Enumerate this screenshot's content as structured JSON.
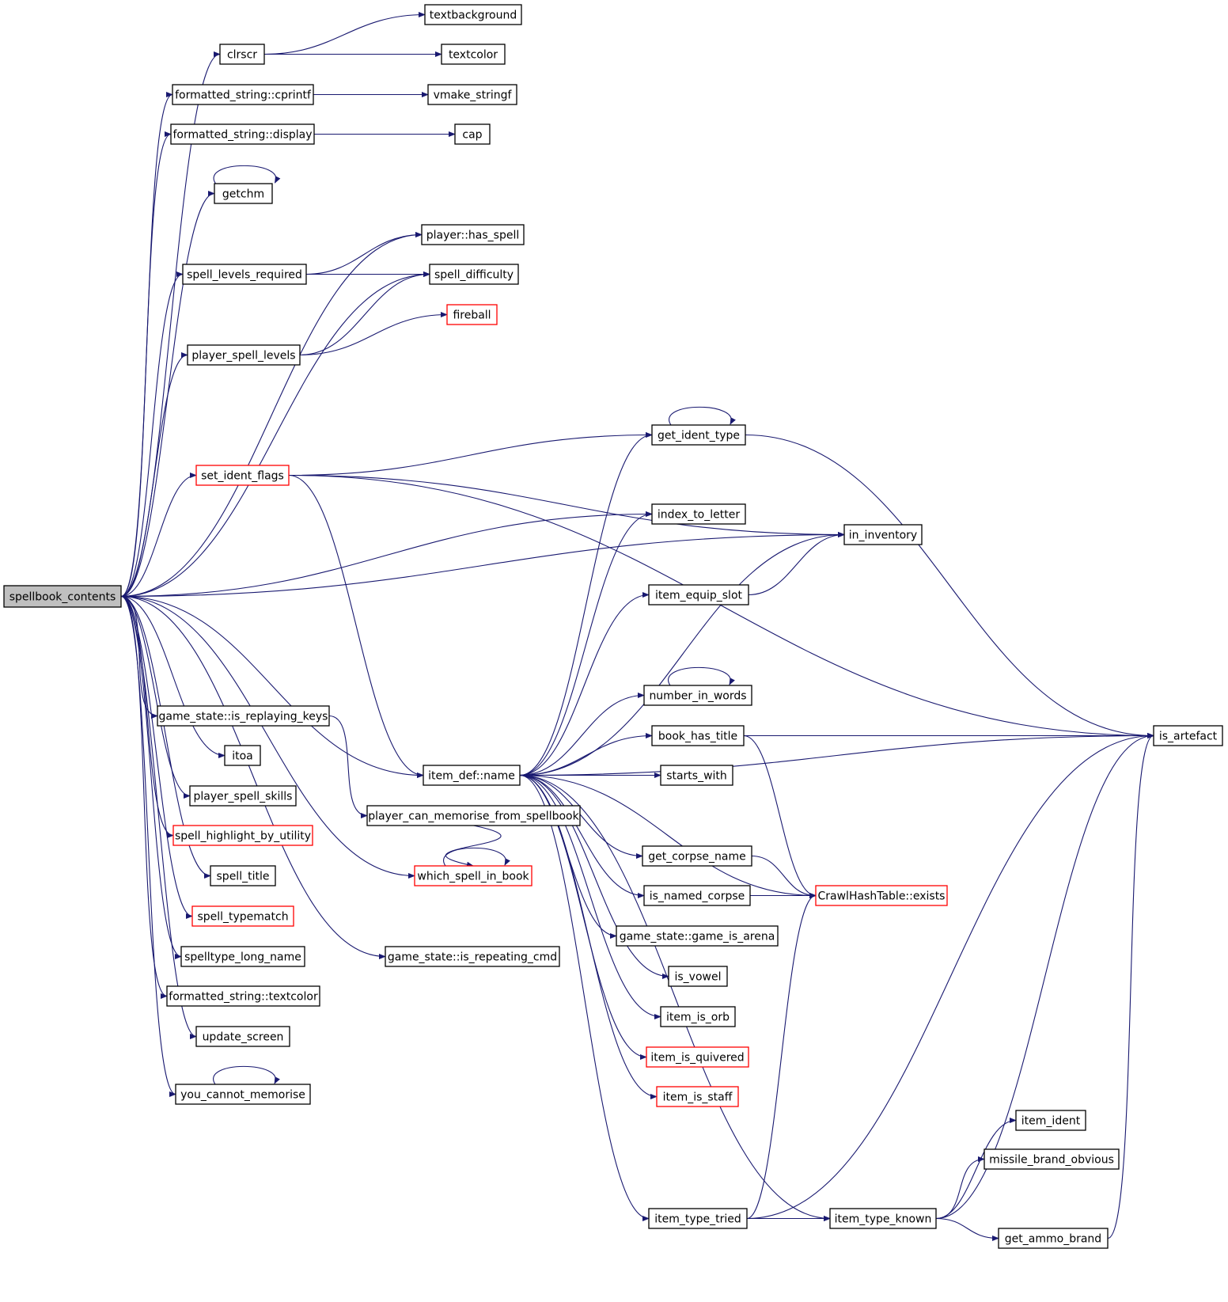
{
  "colors": {
    "edge": "#191970",
    "node_border": "#000000",
    "red_border": "#ff0000",
    "root_fill": "#bfbfbf"
  },
  "nodes": [
    {
      "id": "spellbook_contents",
      "label": "spellbook_contents",
      "style": "root"
    },
    {
      "id": "clrscr",
      "label": "clrscr",
      "style": "normal"
    },
    {
      "id": "textbackground",
      "label": "textbackground",
      "style": "normal"
    },
    {
      "id": "textcolor",
      "label": "textcolor",
      "style": "normal"
    },
    {
      "id": "fs_cprintf",
      "label": "formatted_string::cprintf",
      "style": "normal"
    },
    {
      "id": "vmake_stringf",
      "label": "vmake_stringf",
      "style": "normal"
    },
    {
      "id": "fs_display",
      "label": "formatted_string::display",
      "style": "normal"
    },
    {
      "id": "cap",
      "label": "cap",
      "style": "normal"
    },
    {
      "id": "getchm",
      "label": "getchm",
      "style": "normal"
    },
    {
      "id": "player_has_spell",
      "label": "player::has_spell",
      "style": "normal"
    },
    {
      "id": "spell_levels_required",
      "label": "spell_levels_required",
      "style": "normal"
    },
    {
      "id": "spell_difficulty",
      "label": "spell_difficulty",
      "style": "normal"
    },
    {
      "id": "fireball",
      "label": "fireball",
      "style": "red"
    },
    {
      "id": "player_spell_levels",
      "label": "player_spell_levels",
      "style": "normal"
    },
    {
      "id": "get_ident_type",
      "label": "get_ident_type",
      "style": "normal"
    },
    {
      "id": "set_ident_flags",
      "label": "set_ident_flags",
      "style": "red"
    },
    {
      "id": "index_to_letter",
      "label": "index_to_letter",
      "style": "normal"
    },
    {
      "id": "in_inventory",
      "label": "in_inventory",
      "style": "normal"
    },
    {
      "id": "item_equip_slot",
      "label": "item_equip_slot",
      "style": "normal"
    },
    {
      "id": "number_in_words",
      "label": "number_in_words",
      "style": "normal"
    },
    {
      "id": "book_has_title",
      "label": "book_has_title",
      "style": "normal"
    },
    {
      "id": "is_artefact",
      "label": "is_artefact",
      "style": "normal"
    },
    {
      "id": "gs_is_replaying_keys",
      "label": "game_state::is_replaying_keys",
      "style": "normal"
    },
    {
      "id": "itoa",
      "label": "itoa",
      "style": "normal"
    },
    {
      "id": "item_def_name",
      "label": "item_def::name",
      "style": "normal"
    },
    {
      "id": "starts_with",
      "label": "starts_with",
      "style": "normal"
    },
    {
      "id": "player_spell_skills",
      "label": "player_spell_skills",
      "style": "normal"
    },
    {
      "id": "player_can_memorise",
      "label": "player_can_memorise_from_spellbook",
      "style": "normal"
    },
    {
      "id": "spell_highlight",
      "label": "spell_highlight_by_utility",
      "style": "red"
    },
    {
      "id": "get_corpse_name",
      "label": "get_corpse_name",
      "style": "normal"
    },
    {
      "id": "spell_title",
      "label": "spell_title",
      "style": "normal"
    },
    {
      "id": "which_spell_in_book",
      "label": "which_spell_in_book",
      "style": "red"
    },
    {
      "id": "is_named_corpse",
      "label": "is_named_corpse",
      "style": "normal"
    },
    {
      "id": "crawl_exists",
      "label": "CrawlHashTable::exists",
      "style": "red"
    },
    {
      "id": "spell_typematch",
      "label": "spell_typematch",
      "style": "red"
    },
    {
      "id": "gs_game_is_arena",
      "label": "game_state::game_is_arena",
      "style": "normal"
    },
    {
      "id": "spelltype_long_name",
      "label": "spelltype_long_name",
      "style": "normal"
    },
    {
      "id": "gs_is_repeating_cmd",
      "label": "game_state::is_repeating_cmd",
      "style": "normal"
    },
    {
      "id": "is_vowel",
      "label": "is_vowel",
      "style": "normal"
    },
    {
      "id": "fs_textcolor",
      "label": "formatted_string::textcolor",
      "style": "normal"
    },
    {
      "id": "item_is_orb",
      "label": "item_is_orb",
      "style": "normal"
    },
    {
      "id": "update_screen",
      "label": "update_screen",
      "style": "normal"
    },
    {
      "id": "item_is_quivered",
      "label": "item_is_quivered",
      "style": "red"
    },
    {
      "id": "you_cannot_memorise",
      "label": "you_cannot_memorise",
      "style": "normal"
    },
    {
      "id": "item_is_staff",
      "label": "item_is_staff",
      "style": "red"
    },
    {
      "id": "item_ident",
      "label": "item_ident",
      "style": "normal"
    },
    {
      "id": "missile_brand_obvious",
      "label": "missile_brand_obvious",
      "style": "normal"
    },
    {
      "id": "item_type_tried",
      "label": "item_type_tried",
      "style": "normal"
    },
    {
      "id": "item_type_known",
      "label": "item_type_known",
      "style": "normal"
    },
    {
      "id": "get_ammo_brand",
      "label": "get_ammo_brand",
      "style": "normal"
    }
  ],
  "edges": [
    [
      "spellbook_contents",
      "clrscr"
    ],
    [
      "spellbook_contents",
      "fs_cprintf"
    ],
    [
      "spellbook_contents",
      "fs_display"
    ],
    [
      "spellbook_contents",
      "getchm"
    ],
    [
      "spellbook_contents",
      "player_has_spell"
    ],
    [
      "spellbook_contents",
      "spell_levels_required"
    ],
    [
      "spellbook_contents",
      "spell_difficulty"
    ],
    [
      "spellbook_contents",
      "player_spell_levels"
    ],
    [
      "spellbook_contents",
      "set_ident_flags"
    ],
    [
      "spellbook_contents",
      "index_to_letter"
    ],
    [
      "spellbook_contents",
      "in_inventory"
    ],
    [
      "spellbook_contents",
      "item_def_name"
    ],
    [
      "spellbook_contents",
      "gs_is_replaying_keys"
    ],
    [
      "spellbook_contents",
      "itoa"
    ],
    [
      "spellbook_contents",
      "player_spell_skills"
    ],
    [
      "spellbook_contents",
      "spell_highlight"
    ],
    [
      "spellbook_contents",
      "spell_title"
    ],
    [
      "spellbook_contents",
      "spell_typematch"
    ],
    [
      "spellbook_contents",
      "spelltype_long_name"
    ],
    [
      "spellbook_contents",
      "fs_textcolor"
    ],
    [
      "spellbook_contents",
      "update_screen"
    ],
    [
      "spellbook_contents",
      "you_cannot_memorise"
    ],
    [
      "spellbook_contents",
      "which_spell_in_book"
    ],
    [
      "spellbook_contents",
      "gs_is_repeating_cmd"
    ],
    [
      "clrscr",
      "textbackground"
    ],
    [
      "clrscr",
      "textcolor"
    ],
    [
      "fs_cprintf",
      "vmake_stringf"
    ],
    [
      "fs_display",
      "cap"
    ],
    [
      "getchm",
      "getchm"
    ],
    [
      "spell_levels_required",
      "player_has_spell"
    ],
    [
      "spell_levels_required",
      "spell_difficulty"
    ],
    [
      "player_spell_levels",
      "spell_difficulty"
    ],
    [
      "player_spell_levels",
      "fireball"
    ],
    [
      "set_ident_flags",
      "get_ident_type"
    ],
    [
      "set_ident_flags",
      "in_inventory"
    ],
    [
      "set_ident_flags",
      "is_artefact"
    ],
    [
      "set_ident_flags",
      "item_def_name"
    ],
    [
      "get_ident_type",
      "get_ident_type"
    ],
    [
      "get_ident_type",
      "is_artefact"
    ],
    [
      "item_equip_slot",
      "in_inventory"
    ],
    [
      "number_in_words",
      "number_in_words"
    ],
    [
      "book_has_title",
      "is_artefact"
    ],
    [
      "book_has_title",
      "crawl_exists"
    ],
    [
      "gs_is_replaying_keys",
      "player_can_memorise"
    ],
    [
      "item_def_name",
      "get_ident_type"
    ],
    [
      "item_def_name",
      "index_to_letter"
    ],
    [
      "item_def_name",
      "in_inventory"
    ],
    [
      "item_def_name",
      "item_equip_slot"
    ],
    [
      "item_def_name",
      "is_artefact"
    ],
    [
      "item_def_name",
      "number_in_words"
    ],
    [
      "item_def_name",
      "book_has_title"
    ],
    [
      "item_def_name",
      "starts_with"
    ],
    [
      "item_def_name",
      "crawl_exists"
    ],
    [
      "item_def_name",
      "get_corpse_name"
    ],
    [
      "item_def_name",
      "is_named_corpse"
    ],
    [
      "item_def_name",
      "gs_game_is_arena"
    ],
    [
      "item_def_name",
      "is_vowel"
    ],
    [
      "item_def_name",
      "item_is_orb"
    ],
    [
      "item_def_name",
      "item_is_quivered"
    ],
    [
      "item_def_name",
      "item_is_staff"
    ],
    [
      "item_def_name",
      "item_type_tried"
    ],
    [
      "item_def_name",
      "item_type_known"
    ],
    [
      "player_can_memorise",
      "which_spell_in_book"
    ],
    [
      "which_spell_in_book",
      "which_spell_in_book"
    ],
    [
      "get_corpse_name",
      "crawl_exists"
    ],
    [
      "is_named_corpse",
      "crawl_exists"
    ],
    [
      "item_type_tried",
      "item_type_known"
    ],
    [
      "item_type_tried",
      "crawl_exists"
    ],
    [
      "item_type_tried",
      "is_artefact"
    ],
    [
      "item_type_known",
      "item_ident"
    ],
    [
      "item_type_known",
      "missile_brand_obvious"
    ],
    [
      "item_type_known",
      "get_ammo_brand"
    ],
    [
      "item_type_known",
      "is_artefact"
    ],
    [
      "get_ammo_brand",
      "is_artefact"
    ],
    [
      "you_cannot_memorise",
      "you_cannot_memorise"
    ]
  ]
}
